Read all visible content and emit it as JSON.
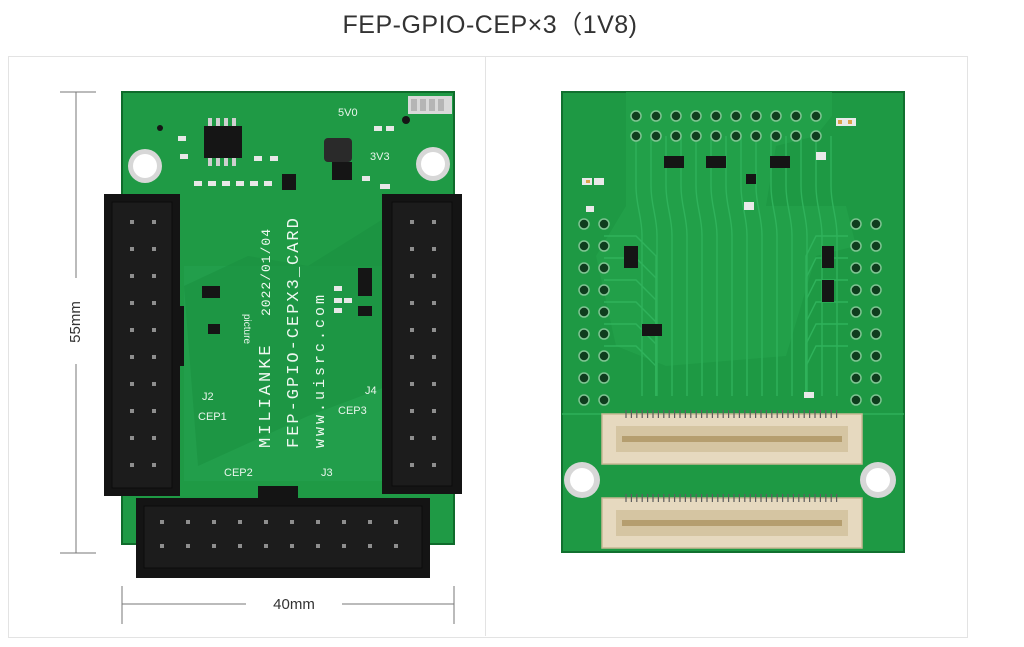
{
  "page": {
    "title": "FEP-GPIO-CEP×3（1V8)"
  },
  "front_board": {
    "dimension_height": "55mm",
    "dimension_width": "40mm",
    "silkscreen": {
      "brand": "MILIANKE",
      "date": "2022/01/04",
      "product": "FEP-GPIO-CEPX3_CARD",
      "url": "www.uisrc.com",
      "picture": "picture",
      "power_5v": "5V0",
      "power_3v": "3V3",
      "cep1": "CEP1",
      "cep2": "CEP2",
      "cep3": "CEP3",
      "j2": "J2",
      "j3": "J3",
      "j4": "J4"
    },
    "colors": {
      "pcb": "#1f9a45",
      "pcb_dark": "#137a33",
      "header": "#121212"
    }
  },
  "back_board": {
    "colors": {
      "pcb": "#1e9944",
      "connector": "#e8dcc4"
    }
  }
}
